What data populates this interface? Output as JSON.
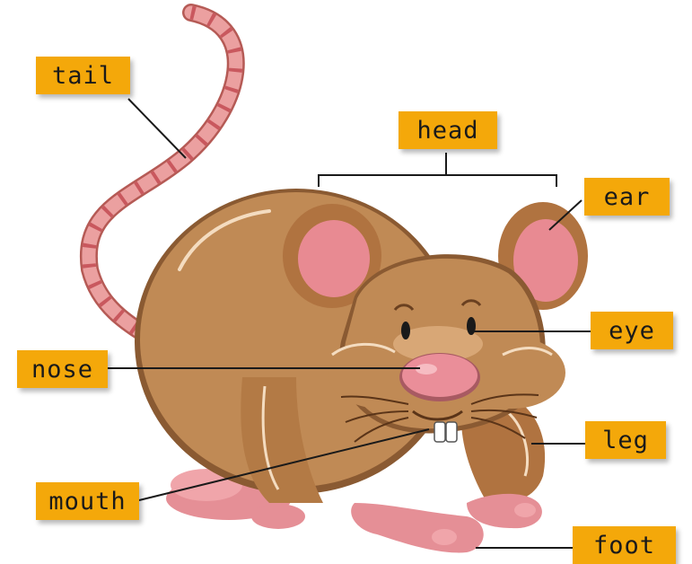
{
  "labels": {
    "tail": "tail",
    "head": "head",
    "ear": "ear",
    "eye": "eye",
    "nose": "nose",
    "leg": "leg",
    "mouth": "mouth",
    "foot": "foot"
  },
  "colors": {
    "label_bg": "#f4a80a",
    "body": "#c08a55",
    "ear_inner": "#e88a92",
    "tail": "#e08a8a"
  }
}
